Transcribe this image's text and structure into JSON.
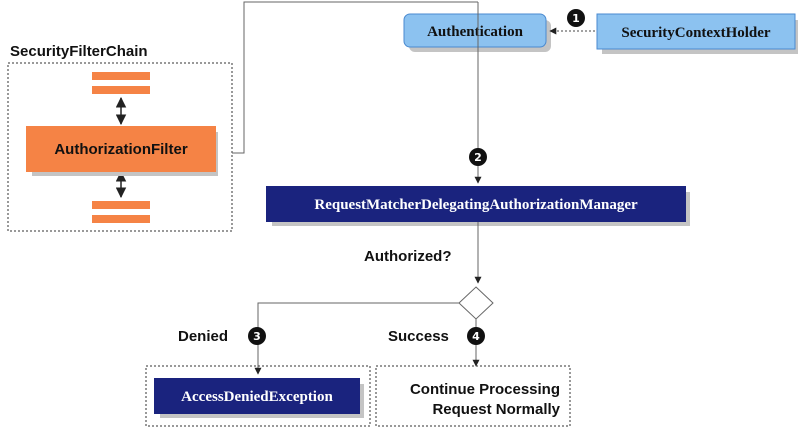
{
  "security_filter_chain": {
    "title": "SecurityFilterChain",
    "filter_label": "AuthorizationFilter"
  },
  "authentication": {
    "label": "Authentication"
  },
  "security_context_holder": {
    "label": "SecurityContextHolder"
  },
  "authorization_manager": {
    "label": "RequestMatcherDelegatingAuthorizationManager"
  },
  "decision": {
    "question": "Authorized?"
  },
  "denied": {
    "label": "Denied",
    "exception_label": "AccessDeniedException"
  },
  "success": {
    "label": "Success",
    "line1": "Continue Processing",
    "line2": "Request Normally"
  },
  "steps": {
    "one": "1",
    "two": "2",
    "three": "3",
    "four": "4"
  },
  "colors": {
    "filter_orange": "#f58345",
    "light_blue_fill": "#8cc2f0",
    "light_blue_border": "#4a8ad0",
    "navy": "#1a237e",
    "line": "#666666",
    "shadow": "#c4c4c4"
  }
}
